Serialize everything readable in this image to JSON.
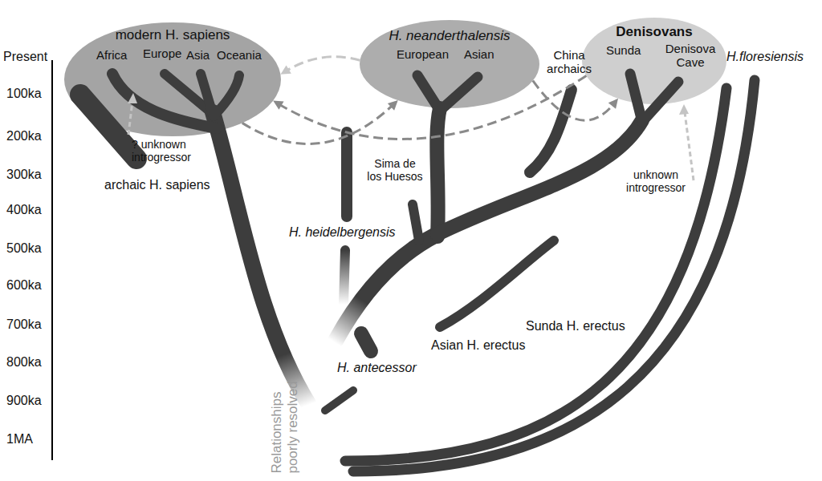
{
  "diagram": {
    "nodes": [
      {
        "text": [
          "modern H. sapiens",
          "Africa",
          "Europe",
          "Asia",
          "Oceania"
        ]
      },
      {
        "text": [
          "H. neanderthalensis",
          "European",
          "Asian"
        ]
      },
      {
        "text": [
          "Denisovans",
          "Sunda",
          "Denisova Cave"
        ]
      }
    ],
    "edges": [
      {
        "from": 1,
        "to": 0,
        "arrow": "to"
      },
      {
        "from": 2,
        "to": 0,
        "arrow": "to"
      },
      {
        "from": 0,
        "to": 1,
        "arrow": "to"
      },
      {
        "from": 1,
        "to": 2,
        "arrow": "to"
      }
    ],
    "labels": [
      "Present",
      "100ka",
      "200ka",
      "300ka",
      "400ka",
      "500ka",
      "600ka",
      "700ka",
      "800ka",
      "900ka",
      "1MA",
      "archaic H. sapiens",
      "? unknown introgressor",
      "H. heidelbergensis",
      "Sima de los Huesos",
      "China archaics",
      "unknown introgressor",
      "H.floresiensis",
      "Sunda H. erectus",
      "Asian H. erectus",
      "H. antecessor",
      "Relationships poorly resolved"
    ]
  }
}
